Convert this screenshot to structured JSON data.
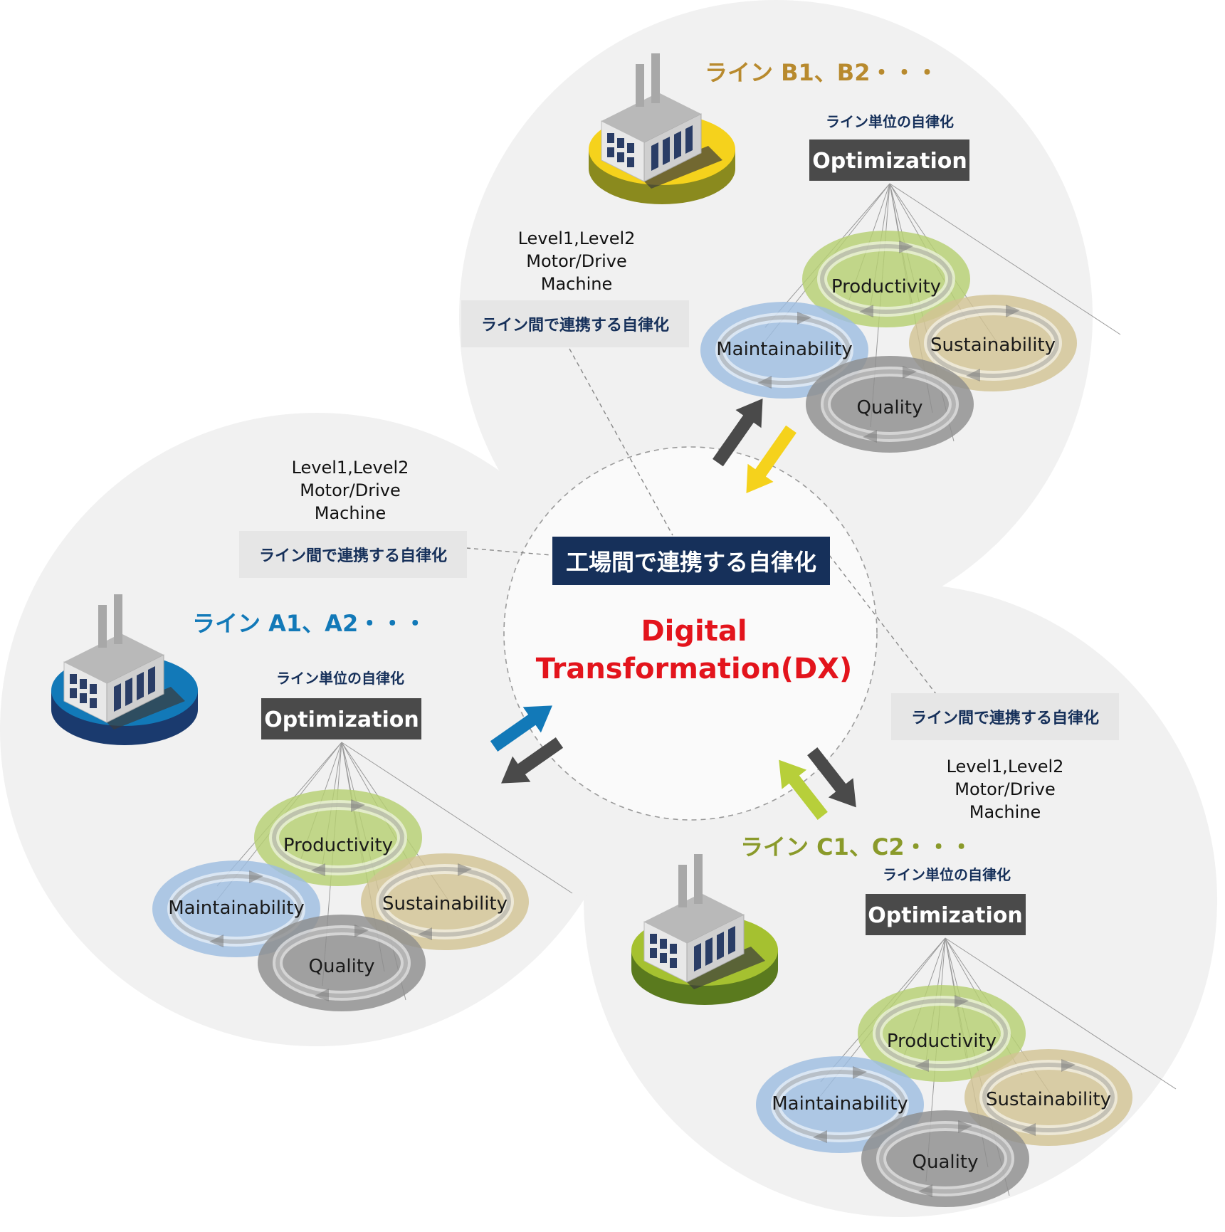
{
  "center": {
    "title": "工場間で連携する自律化",
    "dx_line1": "Digital",
    "dx_line2": "Transformation(DX)"
  },
  "colors": {
    "line_a": "#1279b8",
    "line_b": "#b88a2e",
    "line_c": "#8a9a2a",
    "navy": "#16305a",
    "dx_red": "#e3141c",
    "productivity": "#b6cf72",
    "sustainability": "#d2c394",
    "maintainability": "#9dbde0",
    "quality": "#8e8e8e"
  },
  "clusters": [
    {
      "id": "b",
      "line_title": "ライン B1、B2・・・",
      "unit_label": "ライン単位の自律化",
      "optimization": "Optimization",
      "levels": [
        "Level1,Level2",
        "Motor/Drive",
        "Machine"
      ],
      "link_box": "ライン間で連携する自律化",
      "petals": [
        "Productivity",
        "Maintainability",
        "Sustainability",
        "Quality"
      ]
    },
    {
      "id": "a",
      "line_title": "ライン A1、A2・・・",
      "unit_label": "ライン単位の自律化",
      "optimization": "Optimization",
      "levels": [
        "Level1,Level2",
        "Motor/Drive",
        "Machine"
      ],
      "link_box": "ライン間で連携する自律化",
      "petals": [
        "Productivity",
        "Maintainability",
        "Sustainability",
        "Quality"
      ]
    },
    {
      "id": "c",
      "line_title": "ライン C1、C2・・・",
      "unit_label": "ライン単位の自律化",
      "optimization": "Optimization",
      "levels": [
        "Level1,Level2",
        "Motor/Drive",
        "Machine"
      ],
      "link_box": "ライン間で連携する自律化",
      "petals": [
        "Productivity",
        "Maintainability",
        "Sustainability",
        "Quality"
      ]
    }
  ],
  "icons": {
    "factory": "factory-icon",
    "arrow": "arrow-icon",
    "cycle": "cycle-arrow-icon"
  }
}
